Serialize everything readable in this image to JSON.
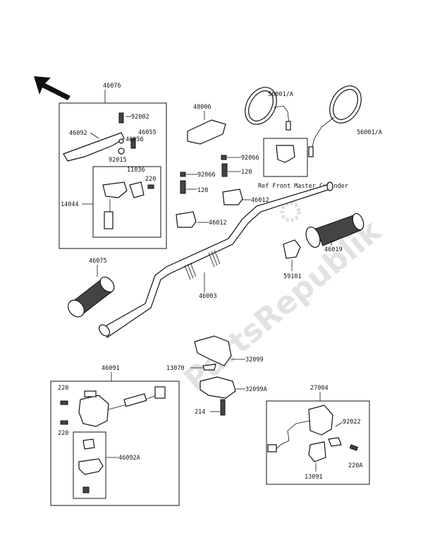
{
  "labels": {
    "l46076": "46076",
    "l92002": "92002",
    "l46092": "46092",
    "l46055": "46055",
    "l46056": "46056",
    "l92015": "92015",
    "l11036": "11036",
    "l220a": "220",
    "l14044": "14044",
    "l48006": "48006",
    "l56001a1": "56001/A",
    "l56001a2": "56001/A",
    "l92066a": "92066",
    "l92066b": "92066",
    "l120a": "120",
    "l120b": "120",
    "l46012a": "46012",
    "l46012b": "46012",
    "lref": "Ref Front Master Cylinder",
    "l46019": "46019",
    "l59101": "59101",
    "l46075": "46075",
    "l46003": "46003",
    "l32099": "32099",
    "l13070": "13070",
    "l32099a": "32099A",
    "l214": "214",
    "l46091": "46091",
    "l220b": "220",
    "l220c": "220",
    "l46092a": "46092A",
    "l27004": "27004",
    "l92022": "92022",
    "l220d": "220A",
    "l13091": "13091"
  },
  "watermark": "PartsRepublik"
}
